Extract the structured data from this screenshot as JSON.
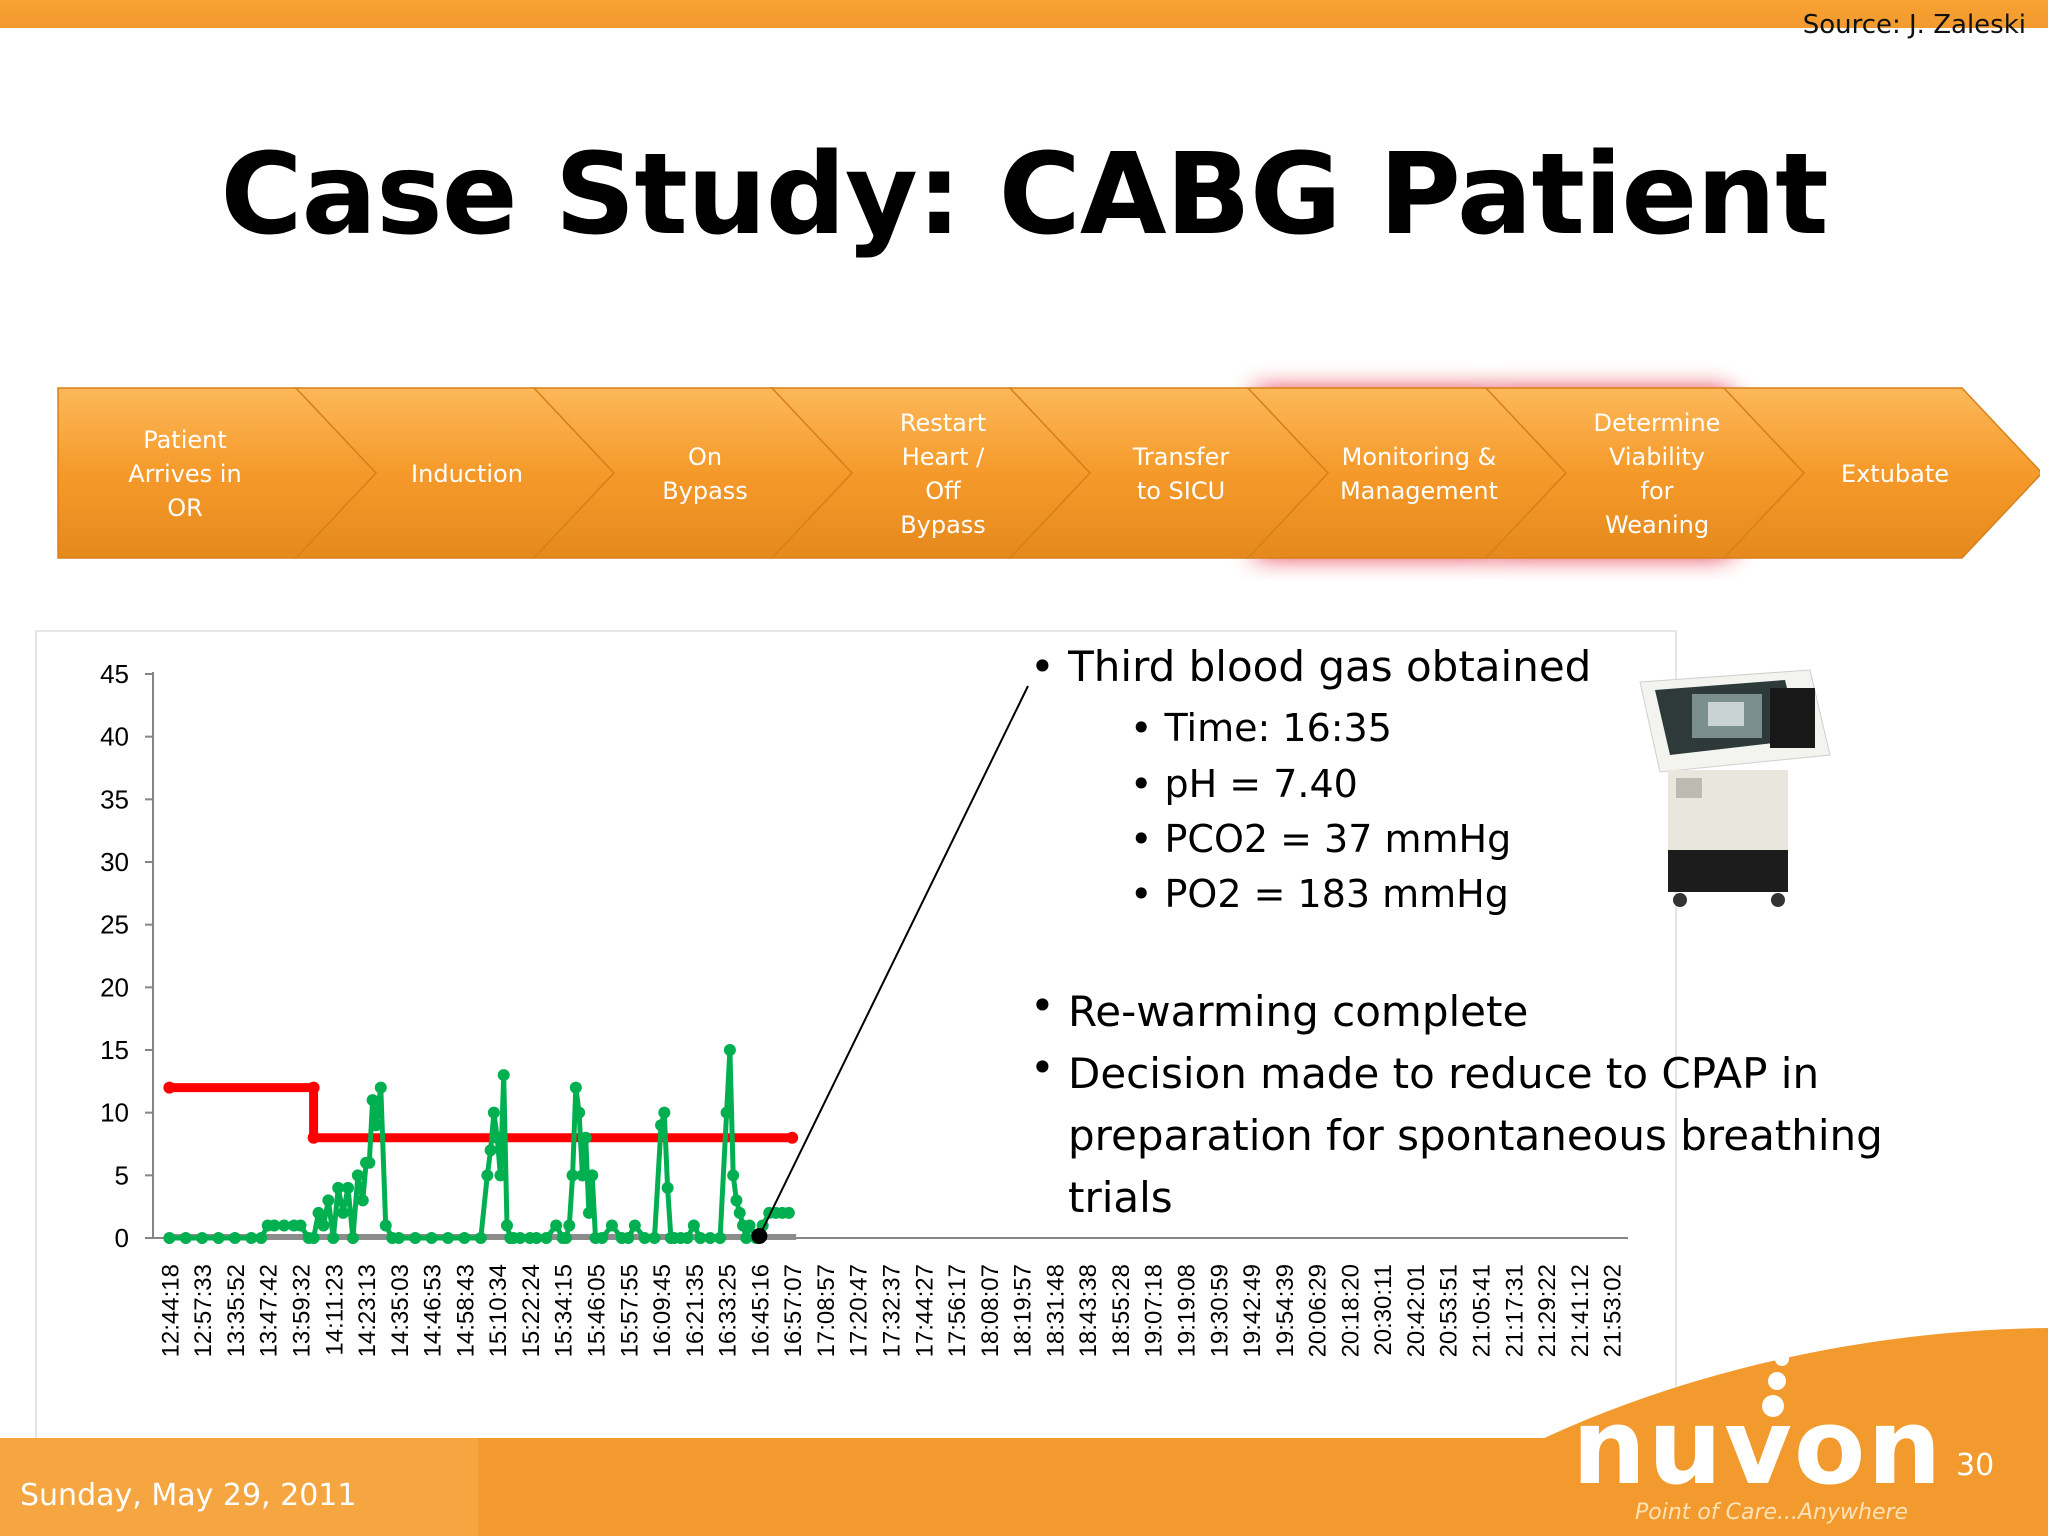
{
  "source_label": "Source: J. Zaleski",
  "title": "Case Study: CABG Patient",
  "process_steps": [
    {
      "label": "Patient Arrives in OR",
      "lines": [
        "Patient",
        "Arrives in",
        "OR"
      ],
      "highlight": false
    },
    {
      "label": "Induction",
      "lines": [
        "Induction"
      ],
      "highlight": false
    },
    {
      "label": "On Bypass",
      "lines": [
        "On",
        "Bypass"
      ],
      "highlight": false
    },
    {
      "label": "Restart Heart / Off Bypass",
      "lines": [
        "Restart",
        "Heart /",
        "Off",
        "Bypass"
      ],
      "highlight": false
    },
    {
      "label": "Transfer to SICU",
      "lines": [
        "Transfer",
        "to SICU"
      ],
      "highlight": false
    },
    {
      "label": "Monitoring & Management",
      "lines": [
        "Monitoring &",
        "Management"
      ],
      "highlight": true
    },
    {
      "label": "Determine Viability for Weaning",
      "lines": [
        "Determine",
        "Viability",
        "for",
        "Weaning"
      ],
      "highlight": true
    },
    {
      "label": "Extubate",
      "lines": [
        "Extubate"
      ],
      "highlight": false
    }
  ],
  "annotation": {
    "heading": "Third blood gas obtained",
    "items": [
      "Time: 16:35",
      "pH = 7.40",
      "PCO2 = 37 mmHg",
      "PO2 = 183 mmHg"
    ],
    "notes": [
      "Re-warming complete",
      "Decision made to reduce to CPAP in preparation for spontaneous breathing trials"
    ],
    "marker_time": "16:45:16",
    "bullet": "•"
  },
  "chart_data": {
    "type": "line",
    "categories": [
      "12:44:18",
      "12:57:33",
      "13:35:52",
      "13:47:42",
      "13:59:32",
      "14:11:23",
      "14:23:13",
      "14:35:03",
      "14:46:53",
      "14:58:43",
      "15:10:34",
      "15:22:24",
      "15:34:15",
      "15:46:05",
      "15:57:55",
      "16:09:45",
      "16:21:35",
      "16:33:25",
      "16:45:16",
      "16:57:07",
      "17:08:57",
      "17:20:47",
      "17:32:37",
      "17:44:27",
      "17:56:17",
      "18:08:07",
      "18:19:57",
      "18:31:48",
      "18:43:38",
      "18:55:28",
      "19:07:18",
      "19:19:08",
      "19:30:59",
      "19:42:49",
      "19:54:39",
      "20:06:29",
      "20:18:20",
      "20:30:11",
      "20:42:01",
      "20:53:51",
      "21:05:41",
      "21:17:31",
      "21:29:22",
      "21:41:12",
      "21:53:02"
    ],
    "ylim": [
      0,
      45
    ],
    "yticks": [
      0,
      5,
      10,
      15,
      20,
      25,
      30,
      35,
      40,
      45
    ],
    "grid": false,
    "series": [
      {
        "color": "#ff0000",
        "x": [
          0,
          4.4,
          4.4,
          19.0
        ],
        "values": [
          12,
          12,
          8,
          8
        ]
      },
      {
        "color": "#00b050",
        "x": [
          0,
          0.5,
          1,
          1.5,
          2,
          2.5,
          2.8,
          3,
          3.2,
          3.5,
          3.8,
          4,
          4.25,
          4.4,
          4.55,
          4.7,
          4.85,
          5,
          5.15,
          5.3,
          5.45,
          5.6,
          5.75,
          5.9,
          6,
          6.1,
          6.2,
          6.3,
          6.45,
          6.6,
          6.8,
          7,
          7.5,
          8,
          8.5,
          9,
          9.5,
          9.7,
          9.8,
          9.9,
          10,
          10.1,
          10.2,
          10.3,
          10.4,
          10.5,
          10.7,
          11,
          11.2,
          11.5,
          11.8,
          12,
          12.1,
          12.2,
          12.3,
          12.4,
          12.5,
          12.6,
          12.7,
          12.8,
          12.9,
          13,
          13.2,
          13.5,
          13.8,
          14,
          14.2,
          14.5,
          14.8,
          15,
          15.1,
          15.2,
          15.3,
          15.4,
          15.6,
          15.8,
          16,
          16.2,
          16.5,
          16.8,
          17,
          17.1,
          17.2,
          17.3,
          17.4,
          17.5,
          17.6,
          17.7,
          17.9,
          18.1,
          18.3,
          18.5,
          18.7,
          18.9
        ],
        "values": [
          0,
          0,
          0,
          0,
          0,
          0,
          0,
          1,
          1,
          1,
          1,
          1,
          0,
          0,
          2,
          1,
          3,
          0,
          4,
          2,
          4,
          0,
          5,
          3,
          6,
          6,
          11,
          9,
          12,
          1,
          0,
          0,
          0,
          0,
          0,
          0,
          0,
          5,
          7,
          10,
          8,
          5,
          13,
          1,
          0,
          0,
          0,
          0,
          0,
          0,
          1,
          0,
          0,
          1,
          5,
          12,
          10,
          5,
          8,
          2,
          5,
          0,
          0,
          1,
          0,
          0,
          1,
          0,
          0,
          9,
          10,
          4,
          0,
          0,
          0,
          0,
          1,
          0,
          0,
          0,
          10,
          15,
          5,
          3,
          2,
          1,
          0,
          1,
          0,
          1,
          2,
          2,
          2,
          2
        ]
      }
    ]
  },
  "footer": {
    "date": "Sunday, May 29, 2011",
    "page_number": "30",
    "logo_text": "nuvon",
    "tagline": "Point of Care...Anywhere"
  }
}
